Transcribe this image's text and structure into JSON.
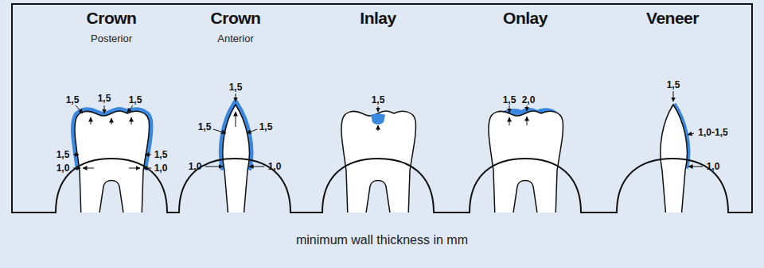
{
  "diagram": {
    "caption": "minimum wall thickness in mm",
    "labels": [
      "Crown",
      "Posterior",
      "Crown",
      "Anterior",
      "Inlay",
      "Onlay",
      "Veneer",
      "1,5",
      "1,5",
      "1,5",
      "1,5",
      "1,0",
      "1,5",
      "1,0",
      "1,5",
      "1,5",
      "1,5",
      "1,0",
      "1,0",
      "1,5",
      "1,5",
      "2,0",
      "1,5",
      "1,0-1,5",
      "1,0"
    ]
  }
}
